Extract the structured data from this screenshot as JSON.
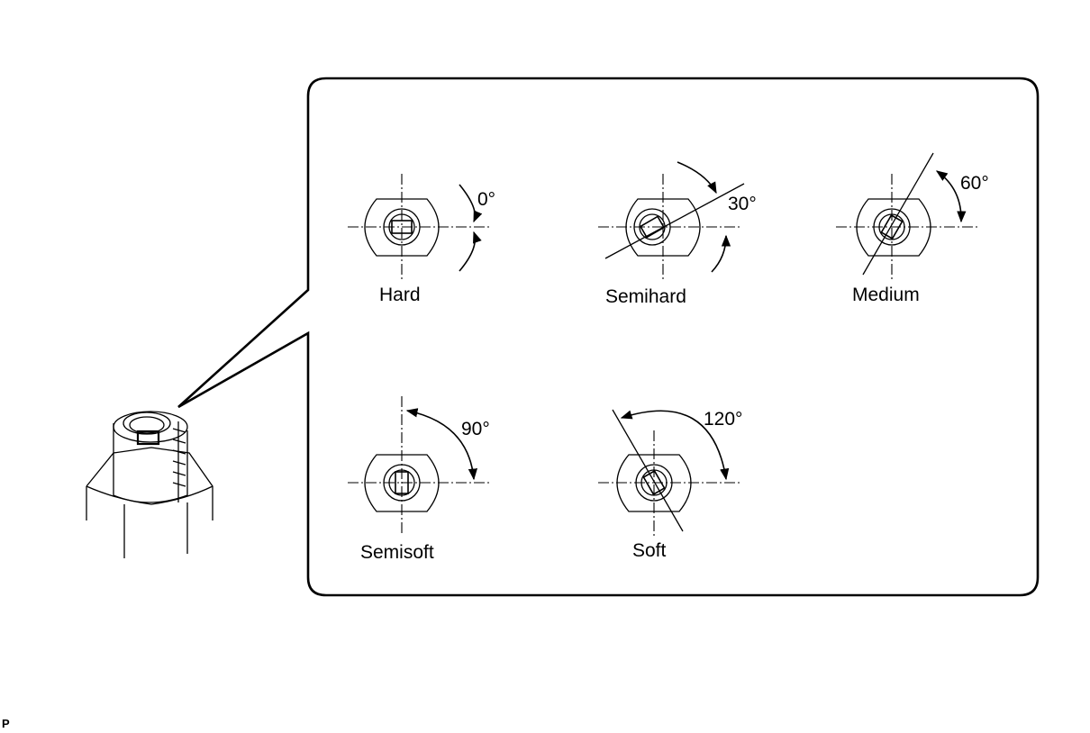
{
  "settings": [
    {
      "label": "Hard",
      "angle": "0°"
    },
    {
      "label": "Semihard",
      "angle": "30°"
    },
    {
      "label": "Medium",
      "angle": "60°"
    },
    {
      "label": "Semisoft",
      "angle": "90°"
    },
    {
      "label": "Soft",
      "angle": "120°"
    }
  ],
  "corner_code": "P"
}
